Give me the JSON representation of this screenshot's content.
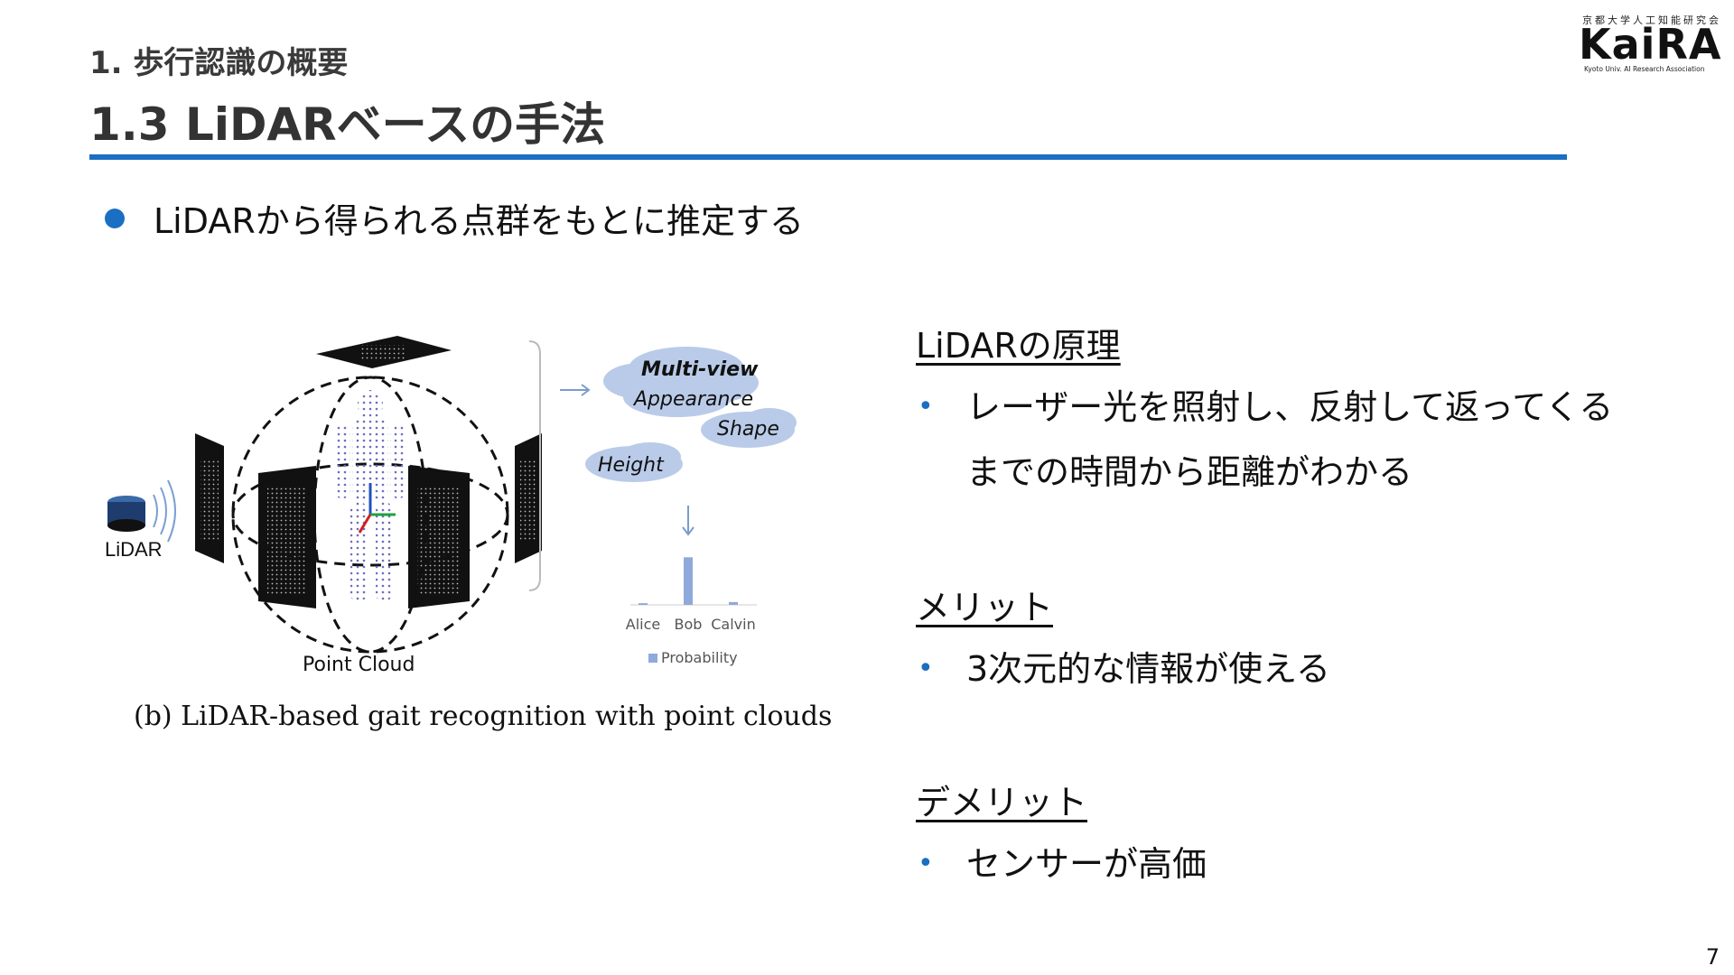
{
  "header": {
    "section": "1. 歩行認識の概要",
    "title": "1.3 LiDARベースの手法"
  },
  "logo": {
    "top_text": "京都大学人工知能研究会",
    "main_text": "KaiRA",
    "sub_text": "Kyoto Univ. AI Research Association"
  },
  "intro_bullet": "LiDARから得られる点群をもとに推定する",
  "figure": {
    "lidar_label": "LiDAR",
    "point_cloud_label": "Point Cloud",
    "cloud_labels": [
      "Multi-view",
      "Appearance",
      "Shape",
      "Height"
    ],
    "bar_labels": [
      "Alice",
      "Bob",
      "Calvin"
    ],
    "legend": "Probability",
    "caption": "(b) LiDAR-based gait recognition with point clouds"
  },
  "principle": {
    "heading": "LiDARの原理",
    "line1": "レーザー光を照射し、反射して返ってくる",
    "line2": "までの時間から距離がわかる"
  },
  "merit": {
    "heading": "メリット",
    "item": "3次元的な情報が使える"
  },
  "demerit": {
    "heading": "デメリット",
    "item": "センサーが高価"
  },
  "page_number": "7",
  "colors": {
    "accent": "#1a6fc2",
    "cloud": "#b9cbe8",
    "bar": "#8fa9db"
  },
  "chart_data": {
    "type": "bar",
    "categories": [
      "Alice",
      "Bob",
      "Calvin"
    ],
    "values": [
      0.03,
      0.85,
      0.05
    ],
    "legend": "Probability",
    "ylim": [
      0,
      1
    ]
  }
}
